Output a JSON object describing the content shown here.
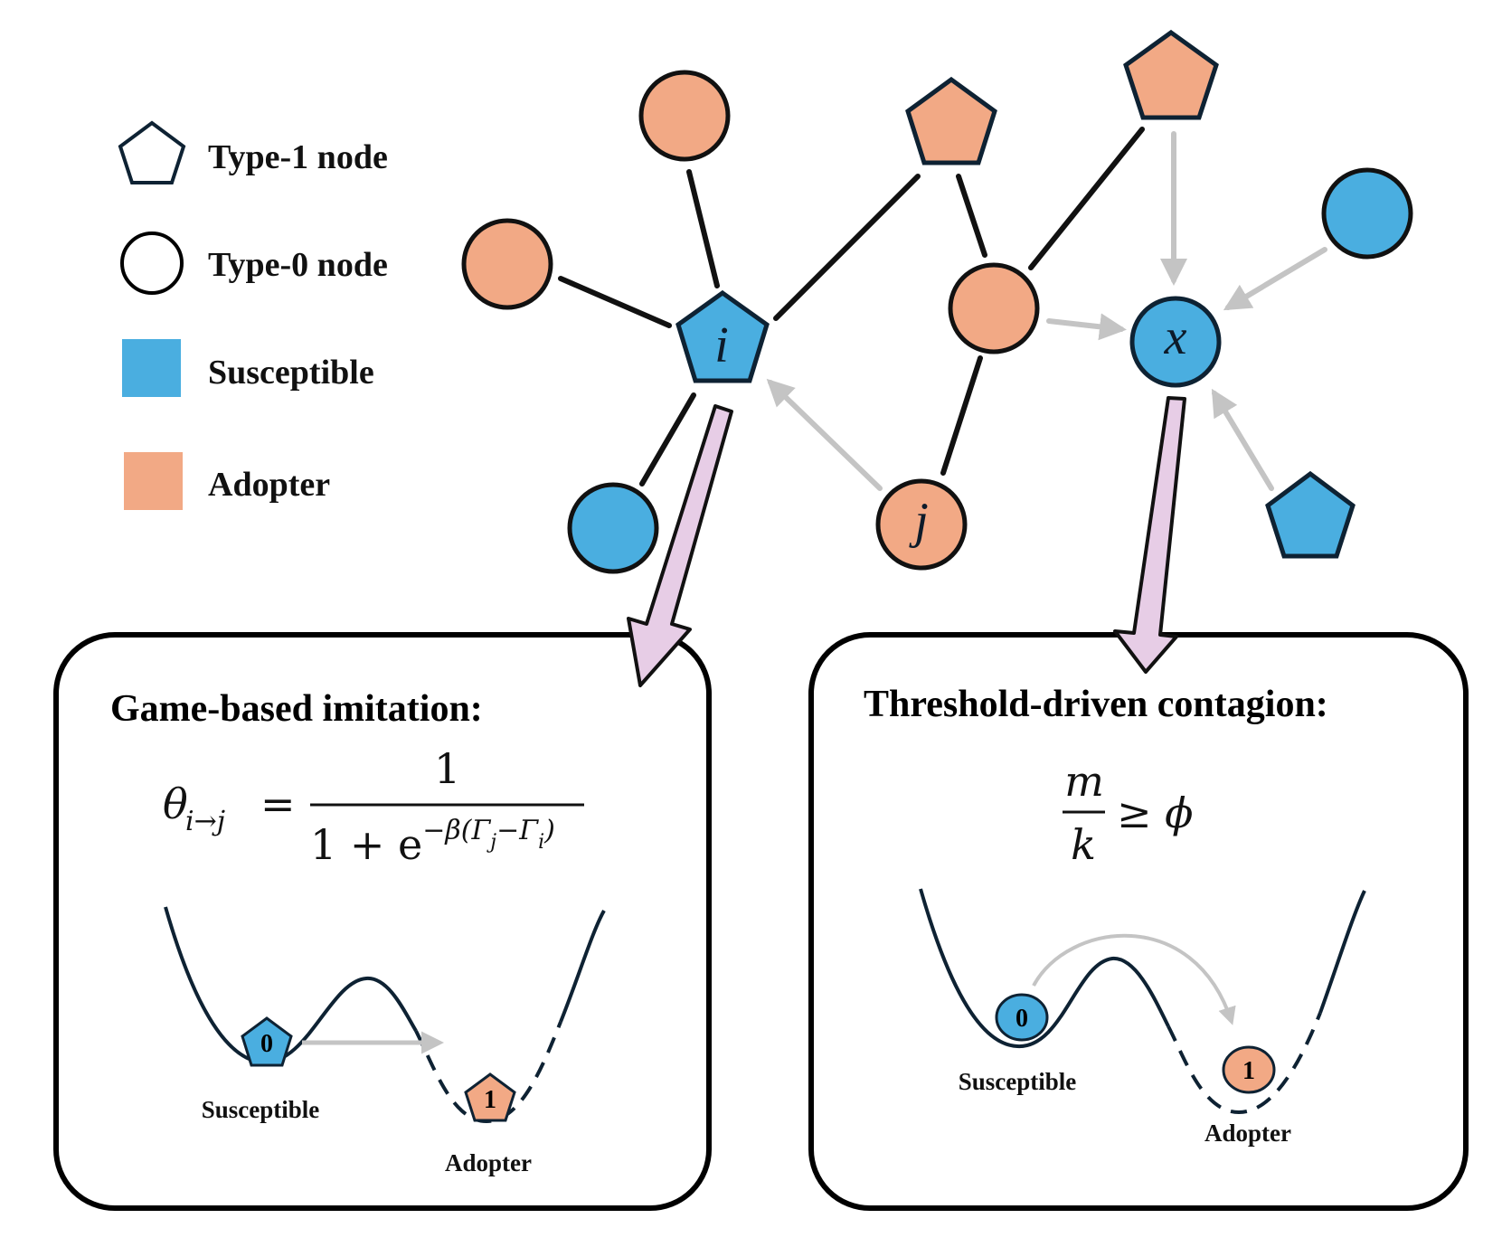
{
  "colors": {
    "susceptible": "#4aaee0",
    "adopter": "#f2a985",
    "outline": "#0e2233",
    "edge_black": "#111111",
    "edge_gray": "#c4c4c4",
    "big_arrow_fill": "#e7cde6"
  },
  "legend": {
    "type1": "Type-1 node",
    "type0": "Type-0 node",
    "susceptible": "Susceptible",
    "adopter": "Adopter"
  },
  "nodes": {
    "i": "i",
    "x": "x",
    "j": "j"
  },
  "panel_left": {
    "title": "Game-based imitation:",
    "formula": {
      "lhs": "θ",
      "lhs_sub": "i→j",
      "equals": "=",
      "numerator": "1",
      "denom_base": "1 + e",
      "denom_exp": "−β(Γ",
      "denom_sub_j": "j",
      "denom_minus": "−Γ",
      "denom_sub_i": "i",
      "denom_close": ")"
    },
    "well_left_label": "Susceptible",
    "well_right_label": "Adopter",
    "badge_left": "0",
    "badge_right": "1"
  },
  "panel_right": {
    "title": "Threshold-driven contagion:",
    "formula": {
      "numerator": "m",
      "denominator": "k",
      "relation": "≥ ϕ"
    },
    "well_left_label": "Susceptible",
    "well_right_label": "Adopter",
    "badge_left": "0",
    "badge_right": "1"
  }
}
